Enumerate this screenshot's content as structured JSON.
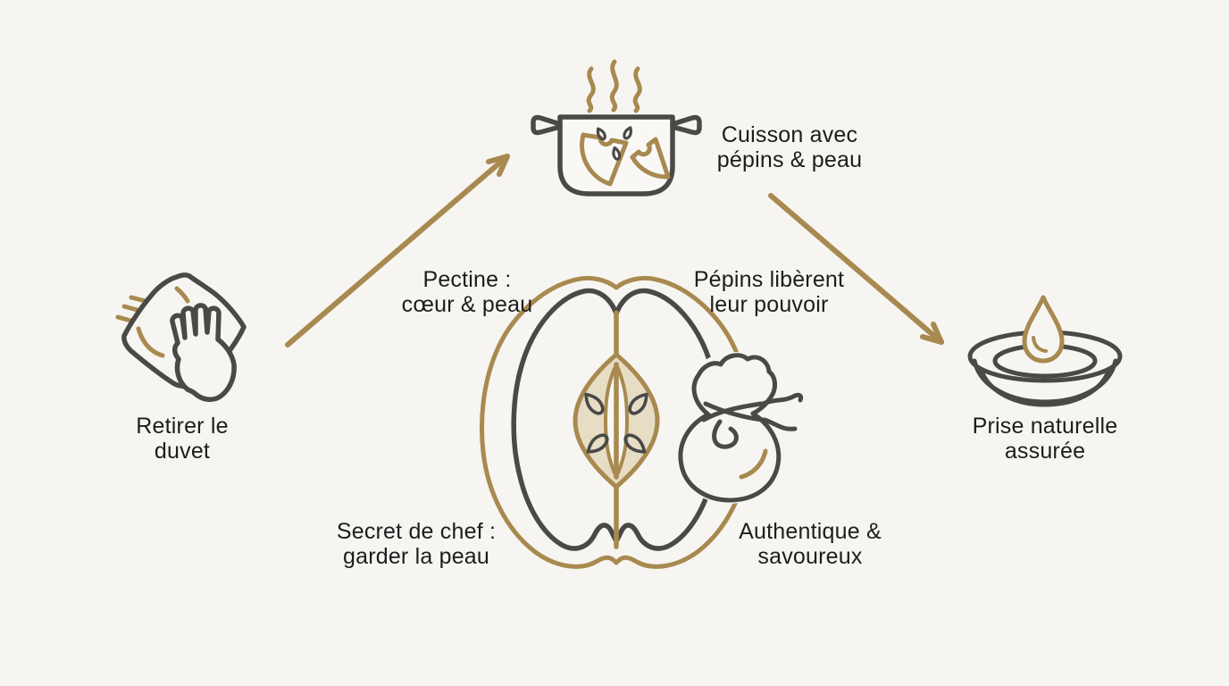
{
  "diagram": {
    "subject": "quince-jelly-preparation-infographic",
    "labels": {
      "cuisson": {
        "line1": "Cuisson avec",
        "line2": "pépins & peau"
      },
      "retirer": {
        "line1": "Retirer le",
        "line2": "duvet"
      },
      "pectine": {
        "line1": "Pectine :",
        "line2": "cœur & peau"
      },
      "pepins": {
        "line1": "Pépins libèrent",
        "line2": "leur pouvoir"
      },
      "secret": {
        "line1": "Secret de chef :",
        "line2": "garder la peau"
      },
      "authentique": {
        "line1": "Authentique &",
        "line2": "savoureux"
      },
      "prise": {
        "line1": "Prise naturelle",
        "line2": "assurée"
      }
    },
    "icons": [
      "hand-wipe-icon",
      "steam-icon",
      "cooking-pot-icon",
      "arrow-up-right-icon",
      "arrow-down-right-icon",
      "quince-cross-section-illustration",
      "muslin-bag-icon",
      "droplet-icon",
      "plate-icon"
    ],
    "colors": {
      "background": "#f6f5f1",
      "gold_accent": "#a8894f",
      "dark_line": "#494947",
      "core_fill": "#e7ddc5",
      "seed_fill": "#b38f51",
      "text": "#1d1d1d"
    }
  }
}
